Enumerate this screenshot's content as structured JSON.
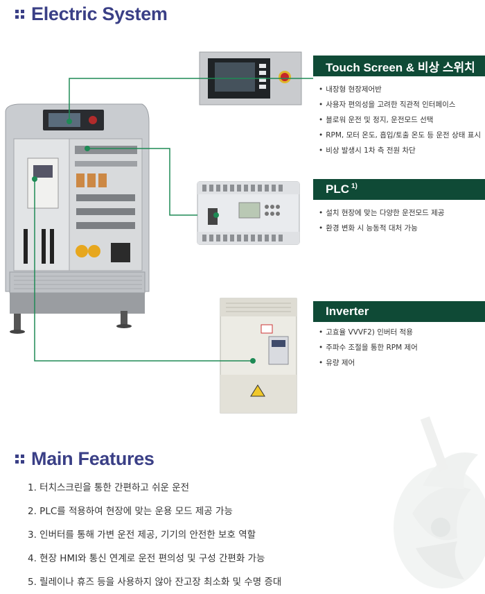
{
  "electric": {
    "title": "Electric System"
  },
  "panels": [
    {
      "title": "Touch Screen & 비상 스위치",
      "sup": "",
      "items": [
        "내장형 현장제어반",
        "사용자 편의성을 고려한 직관적 인터페이스",
        "블로워 운전 및 정지, 운전모드 선택",
        "RPM, 모터 온도, 흡입/토출 온도 등 운전 상태 표시",
        "비상 발생시 1차 측 전원 차단"
      ]
    },
    {
      "title": "PLC",
      "sup": "1)",
      "items": [
        "설치 현장에 맞는 다양한 운전모드 제공",
        "환경 변화 시 능동적 대처 가능"
      ]
    },
    {
      "title": "Inverter",
      "sup": "",
      "items": [
        "고효율 VVVF2) 인버터 적용",
        "주파수 조절을 통한 RPM 제어",
        "유량 제어"
      ]
    }
  ],
  "features": {
    "title": "Main Features",
    "items": [
      "1. 터치스크린을 통한 간편하고 쉬운 운전",
      "2. PLC를 적용하여 현장에 맞는 운용 모드 제공 가능",
      "3. 인버터를 통해 가변 운전 제공, 기기의 안전한 보호 역할",
      "4. 현장 HMI와 통신 연계로 운전 편의성 및 구성 간편화 가능",
      "5. 릴레이나 휴즈 등을 사용하지 않아 잔고장 최소화 및 수명 증대"
    ]
  },
  "colors": {
    "title": "#3a3f86",
    "banner": "#0f4a36",
    "line": "#1e8a55"
  }
}
